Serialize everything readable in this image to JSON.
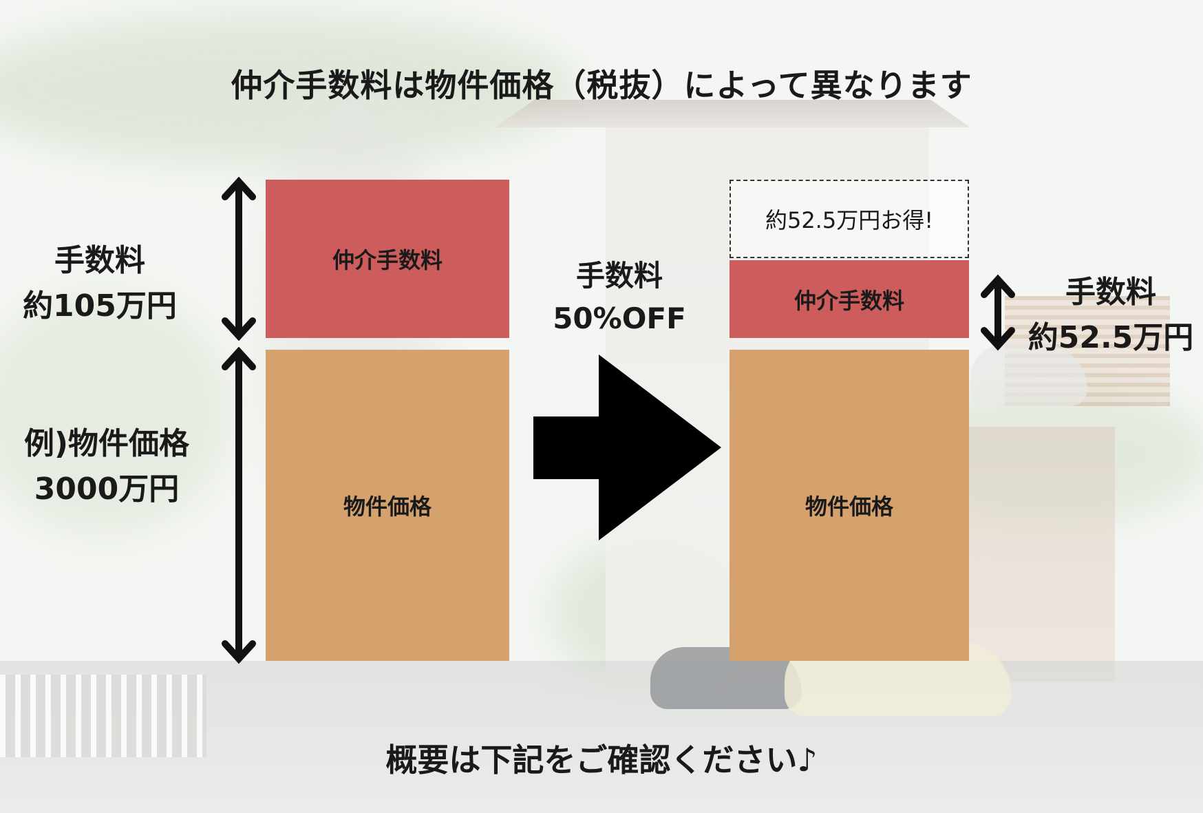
{
  "title": "仲介手数料は物件価格（税抜）によって異なります",
  "left_column": {
    "fee_label_line1": "手数料",
    "fee_label_line2": "約105万円",
    "price_label_line1": "例)物件価格",
    "price_label_line2": "3000万円",
    "fee_bar_label": "仲介手数料",
    "price_bar_label": "物件価格"
  },
  "middle": {
    "line1": "手数料",
    "line2": "50%OFF"
  },
  "right_column": {
    "savings_label": "約52.5万円お得!",
    "fee_bar_label": "仲介手数料",
    "price_bar_label": "物件価格",
    "fee_label_line1": "手数料",
    "fee_label_line2": "約52.5万円"
  },
  "footer": "概要は下記をご確認ください♪",
  "colors": {
    "fee": "#cd5c5c",
    "price": "#d5a26e",
    "text": "#1a1a1a"
  }
}
